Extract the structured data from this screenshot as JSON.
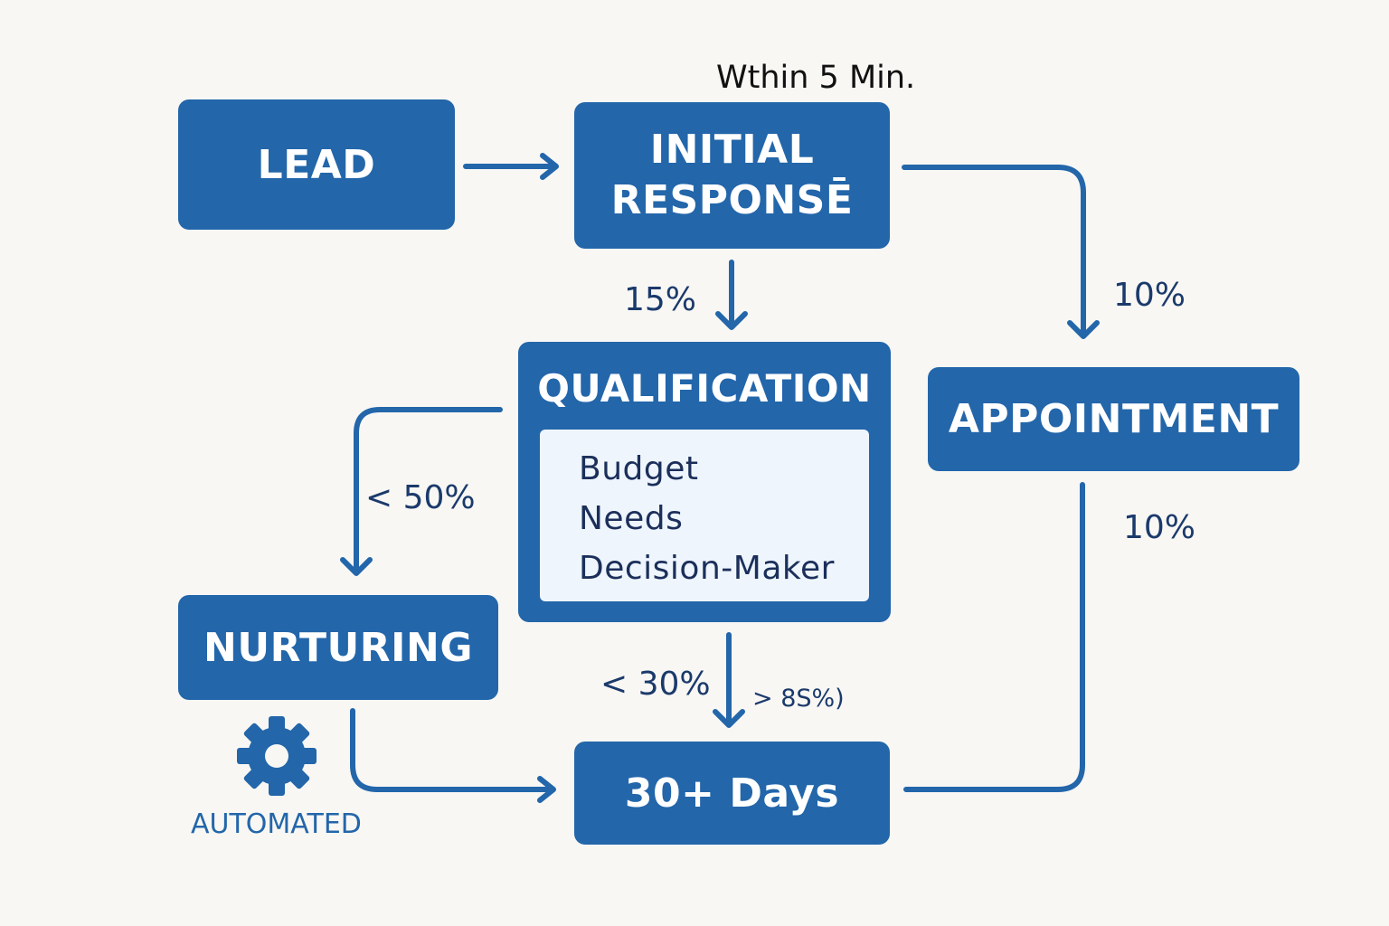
{
  "colors": {
    "background": "#f8f7f4",
    "box_fill": "#2366aa",
    "box_text": "#ffffff",
    "label_text": "#1b3a6b",
    "inner_panel": "#eef5fd",
    "automated": "#2366aa"
  },
  "nodes": {
    "lead": "LEAD",
    "initial_response_line1": "INITIAL",
    "initial_response_line2": "RESPONSĒ",
    "qualification": "QUALIFICATION",
    "qualification_criteria": [
      "Budget",
      "Needs",
      "Decision-Maker"
    ],
    "appointment": "APPOINTMENT",
    "nurturing": "NURTURING",
    "thirty_days": "30+ Days"
  },
  "labels": {
    "within_5_min": "Wthin 5 Min.",
    "to_qualification": "15%",
    "to_appointment": "10%",
    "appointment_to_thirty": "10%",
    "to_nurturing": "< 50%",
    "to_thirty_days": "< 30%",
    "side_note": "> 8S%)"
  },
  "automated": {
    "icon": "gear-icon",
    "label": "AUTOMATED"
  }
}
